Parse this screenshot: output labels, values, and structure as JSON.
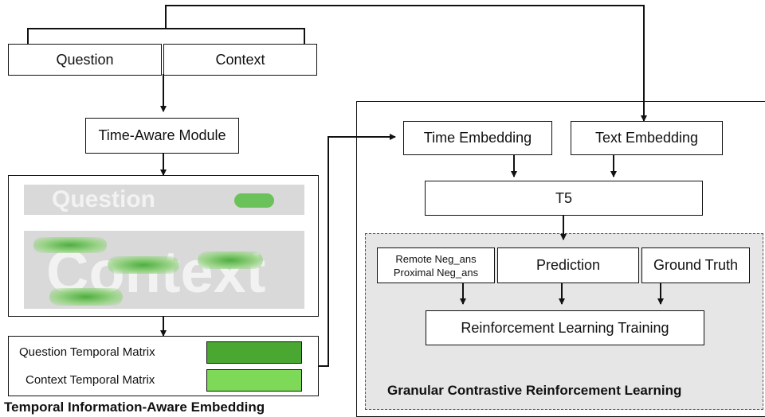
{
  "left": {
    "question_label": "Question",
    "context_label": "Context",
    "time_aware_label": "Time-Aware Module",
    "ghost_question": "Question",
    "ghost_context": "Context",
    "question_matrix_label": "Question Temporal Matrix",
    "context_matrix_label": "Context Temporal Matrix",
    "caption": "Temporal Information-Aware Embedding",
    "question_matrix_color": "#4aa832",
    "context_matrix_color": "#7dd957",
    "highlight_color": "#6cc25a"
  },
  "right": {
    "time_embedding_label": "Time Embedding",
    "text_embedding_label": "Text Embedding",
    "t5_label": "T5",
    "negatives_line1": "Remote Neg_ans",
    "negatives_line2": "Proximal Neg_ans",
    "prediction_label": "Prediction",
    "ground_truth_label": "Ground Truth",
    "rl_training_label": "Reinforcement Learning Training",
    "caption": "Granular Contrastive Reinforcement Learning"
  }
}
